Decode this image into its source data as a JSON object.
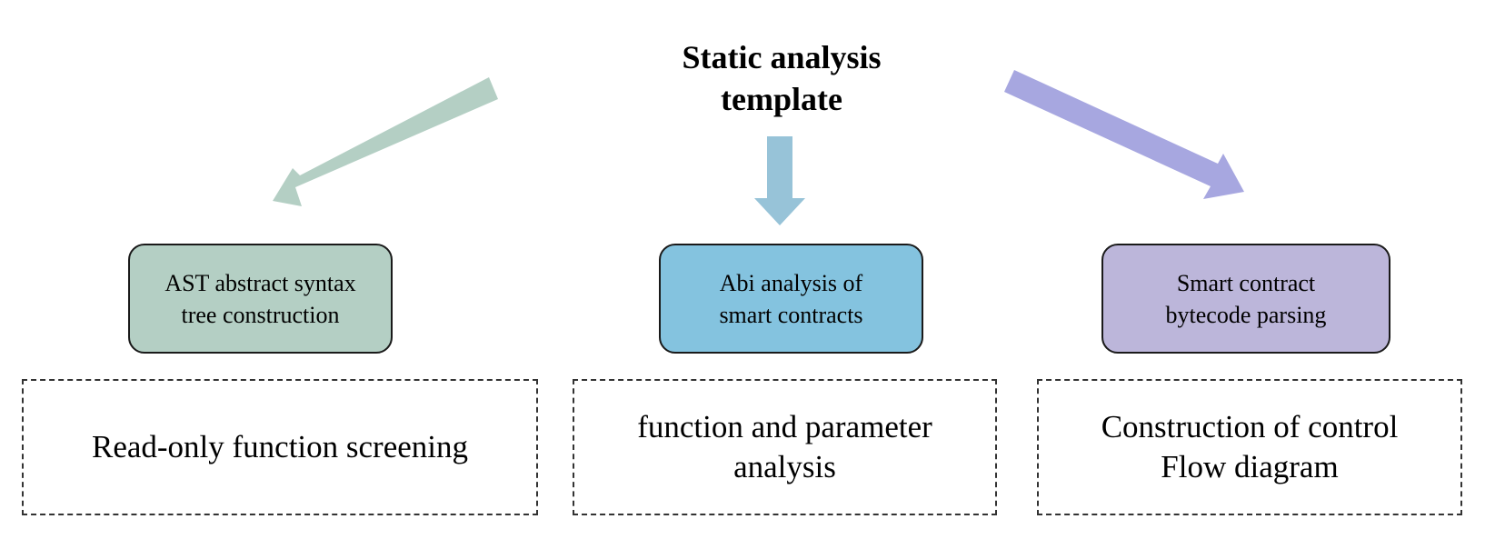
{
  "title": {
    "line1": "Static analysis",
    "line2": "template"
  },
  "colors": {
    "green": "#b4cfc4",
    "blue": "#84c3df",
    "purple": "#bcb6da",
    "arrow_green": "#b4cfc4",
    "arrow_blue": "#97c3d8",
    "arrow_purple": "#a7a7e0"
  },
  "methods": [
    {
      "line1": "AST abstract syntax",
      "line2": "tree construction"
    },
    {
      "line1": "Abi analysis of",
      "line2": "smart contracts"
    },
    {
      "line1": "Smart contract",
      "line2": "bytecode parsing"
    }
  ],
  "outputs": [
    {
      "line1": "Read-only function screening",
      "line2": ""
    },
    {
      "line1": "function and parameter",
      "line2": "analysis"
    },
    {
      "line1": "Construction of control",
      "line2": "Flow diagram"
    }
  ]
}
